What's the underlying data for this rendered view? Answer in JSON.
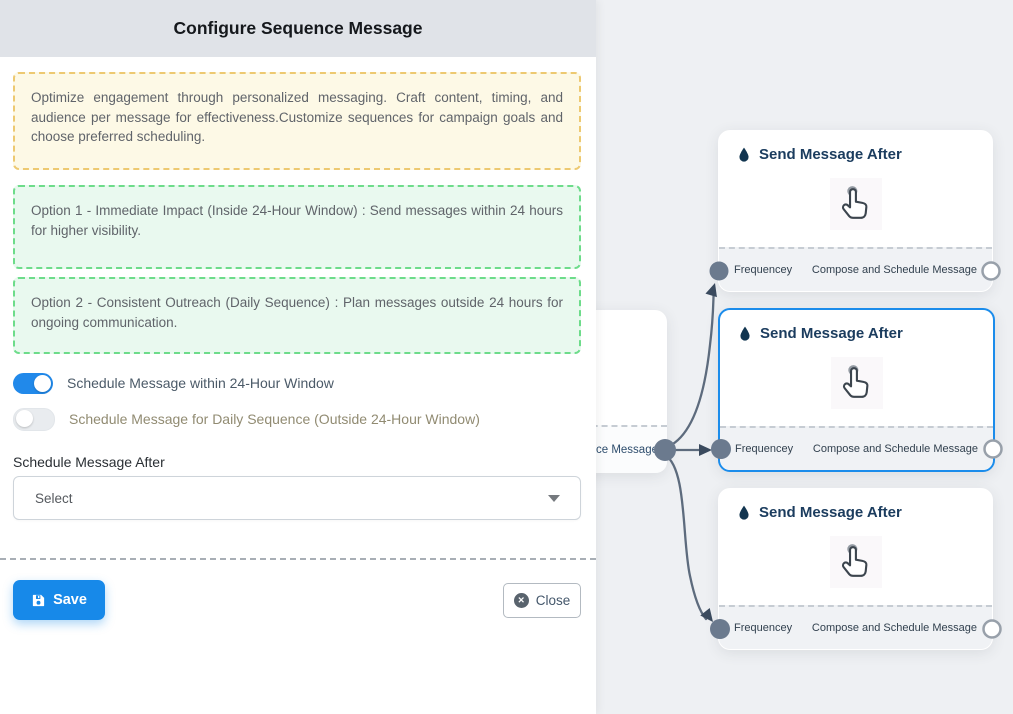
{
  "panel": {
    "title": "Configure Sequence Message",
    "info_note": "Optimize engagement through personalized messaging. Craft content, timing, and audience per message for effectiveness.Customize sequences for campaign goals and choose preferred scheduling.",
    "option1_note": "Option 1 - Immediate Impact (Inside 24-Hour Window) : Send messages within 24 hours for higher visibility.",
    "option2_note": "Option 2 - Consistent Outreach (Daily Sequence) : Plan messages outside 24 hours for ongoing communication.",
    "toggles": [
      {
        "label": "Schedule Message within 24-Hour Window",
        "state": "on"
      },
      {
        "label": "Schedule Message for Daily Sequence (Outside 24-Hour Window)",
        "state": "off"
      }
    ],
    "schedule_after": {
      "label": "Schedule Message After",
      "placeholder": "Select"
    },
    "buttons": {
      "save": "Save",
      "close": "Close"
    }
  },
  "flow": {
    "partial_node_label": "ce Message",
    "nodes": [
      {
        "title": "Send Message After",
        "input_label": "Frequencey",
        "output_label": "Compose and Schedule Message",
        "selected": false
      },
      {
        "title": "Send Message After",
        "input_label": "Frequencey",
        "output_label": "Compose and Schedule Message",
        "selected": true
      },
      {
        "title": "Send Message After",
        "input_label": "Frequencey",
        "output_label": "Compose and Schedule Message",
        "selected": false
      }
    ]
  },
  "colors": {
    "accent_blue": "#1789e9",
    "toggle_on": "#2189ea",
    "selected_node_border": "#1b8ceb",
    "note_yellow_border": "#edc971",
    "note_green_border": "#6ddc8a",
    "edge": "#5d6b7d",
    "handle": "#6b7a8e",
    "canvas_bg": "#eef0f3",
    "header_bg": "#e0e3e8"
  }
}
